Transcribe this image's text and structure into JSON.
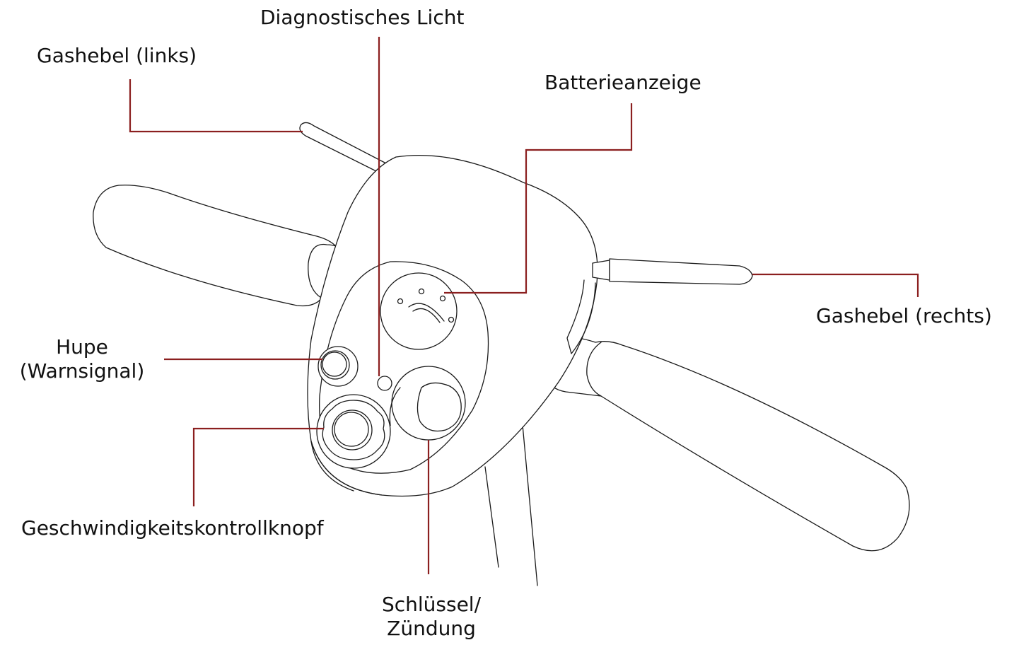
{
  "labels": {
    "diagnostic_light": "Diagnostisches Licht",
    "throttle_left": "Gashebel (links)",
    "battery_indicator": "Batterieanzeige",
    "throttle_right": "Gashebel (rechts)",
    "horn_line1": "Hupe",
    "horn_line2": "(Warnsignal)",
    "speed_knob": "Geschwindigkeitskontrollknopf",
    "key_line1": "Schlüssel/",
    "key_line2": "Zündung"
  },
  "colors": {
    "leader_line": "#8b1f1f",
    "drawing_line": "#1a1a1a",
    "text": "#111111",
    "background": "#ffffff"
  }
}
